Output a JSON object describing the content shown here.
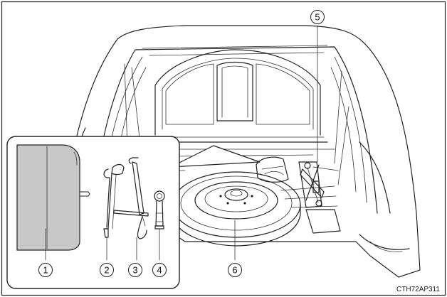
{
  "callouts": {
    "c1": "1",
    "c2": "2",
    "c3": "3",
    "c4": "4",
    "c5": "5",
    "c6": "6"
  },
  "figure_code": "CTH72AP311",
  "colors": {
    "bag_fill": "#c8c8c8",
    "line": "#222222",
    "background": "#ffffff"
  }
}
